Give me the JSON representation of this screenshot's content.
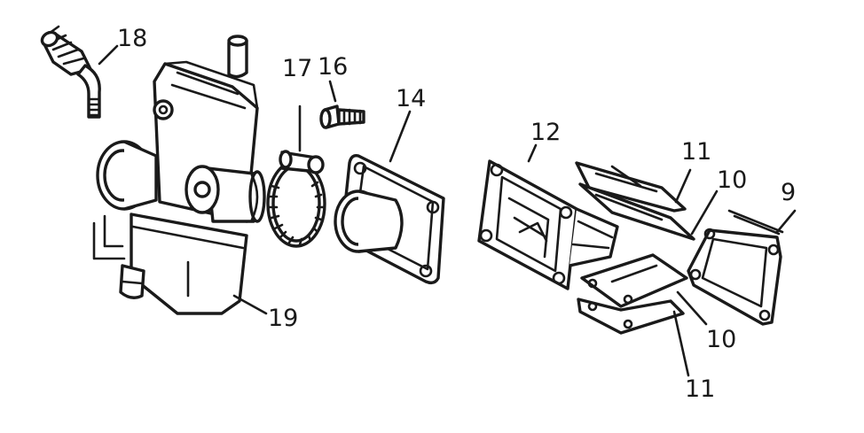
{
  "diagram": {
    "labels": {
      "p18": "18",
      "p17": "17",
      "p16": "16",
      "p14": "14",
      "p12": "12",
      "p11a": "11",
      "p10a": "10",
      "p9": "9",
      "p10b": "10",
      "p11b": "11",
      "p19": "19"
    },
    "colors": {
      "ink": "#1a1a1a",
      "paper": "#ffffff"
    }
  }
}
